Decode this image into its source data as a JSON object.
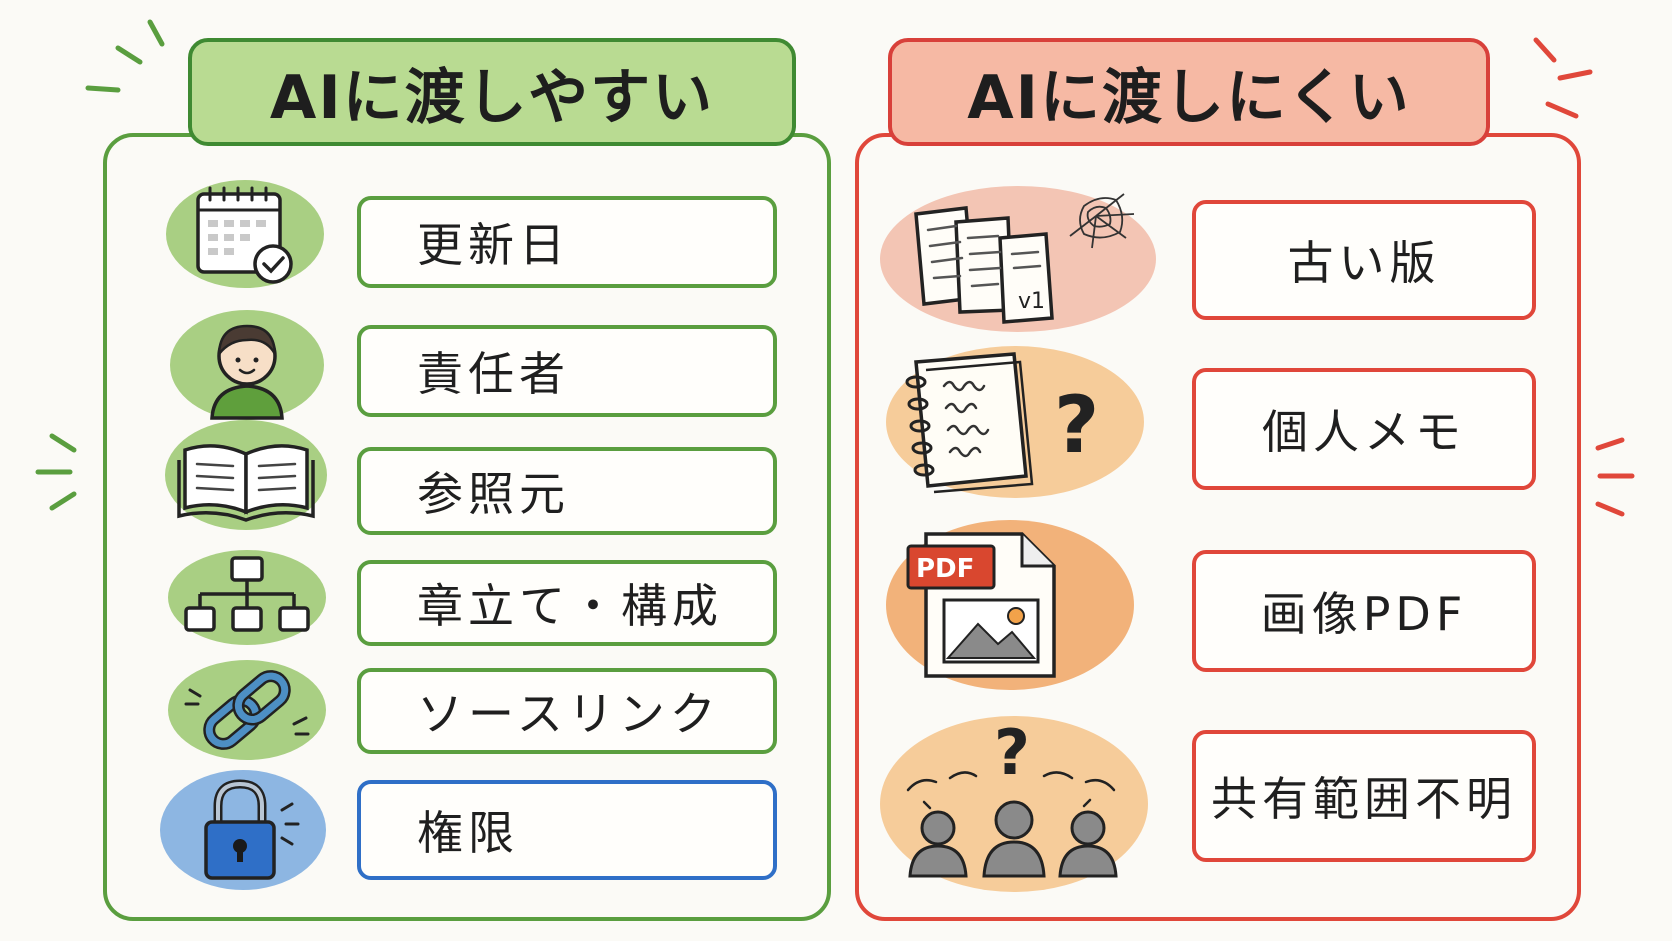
{
  "colors": {
    "green_border": "#5a9e3f",
    "green_fill": "#b9db92",
    "red_border": "#e0473a",
    "red_fill": "#f6b9a4",
    "blue_border": "#2f6fc7"
  },
  "left": {
    "title": "AIに渡しやすい",
    "items": [
      {
        "label": "更新日",
        "icon": "calendar-check-icon"
      },
      {
        "label": "責任者",
        "icon": "person-icon"
      },
      {
        "label": "参照元",
        "icon": "open-book-icon"
      },
      {
        "label": "章立て・構成",
        "icon": "hierarchy-icon"
      },
      {
        "label": "ソースリンク",
        "icon": "link-icon"
      },
      {
        "label": "権限",
        "icon": "padlock-icon"
      }
    ]
  },
  "right": {
    "title": "AIに渡しにくい",
    "items": [
      {
        "label": "古い版",
        "icon": "old-documents-icon",
        "badge": "v1"
      },
      {
        "label": "個人メモ",
        "icon": "notebook-question-icon"
      },
      {
        "label": "画像PDF",
        "icon": "image-pdf-icon",
        "badge": "PDF"
      },
      {
        "label": "共有範囲不明",
        "icon": "people-question-icon"
      }
    ]
  }
}
